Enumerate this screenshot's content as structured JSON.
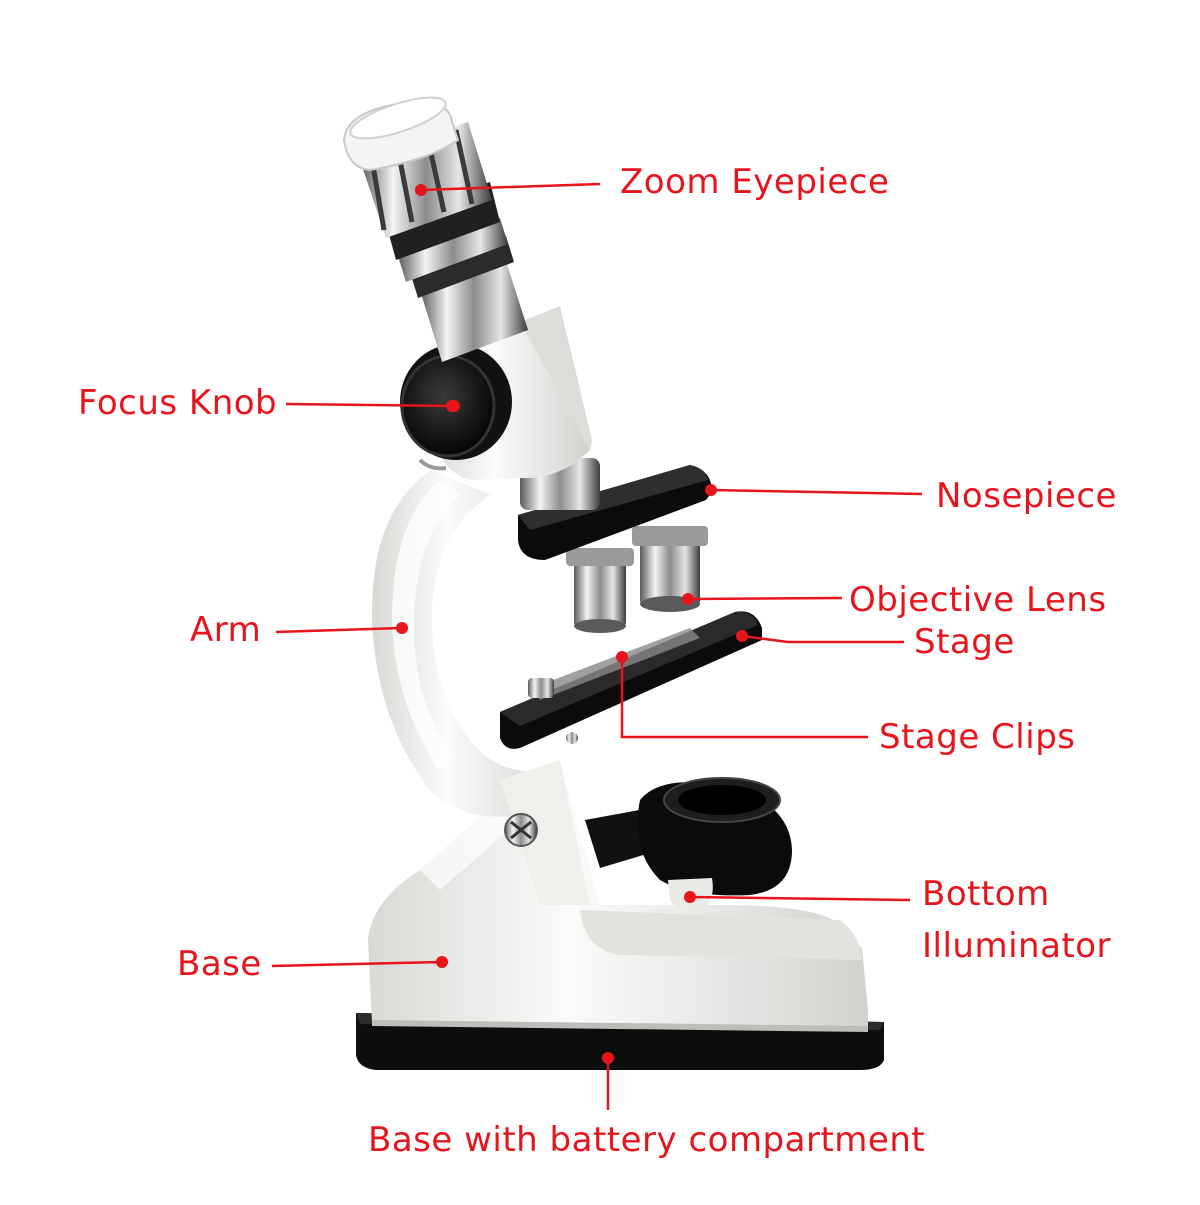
{
  "colors": {
    "label": "#e8141c",
    "leader": "#e8141c",
    "body_white": "#f3f3f1",
    "body_shadow": "#c9c9c6",
    "black_parts": "#0b0b0b",
    "chrome": "#b9b9b9",
    "chrome_dark": "#4a4a4a"
  },
  "labels": {
    "zoom_eyepiece": "Zoom Eyepiece",
    "focus_knob": "Focus Knob",
    "nosepiece": "Nosepiece",
    "objective_lens": "Objective Lens",
    "stage": "Stage",
    "arm": "Arm",
    "stage_clips": "Stage Clips",
    "bottom_illuminator_line1": "Bottom",
    "bottom_illuminator_line2": "Illuminator",
    "base": "Base",
    "base_battery": "Base with battery compartment"
  }
}
